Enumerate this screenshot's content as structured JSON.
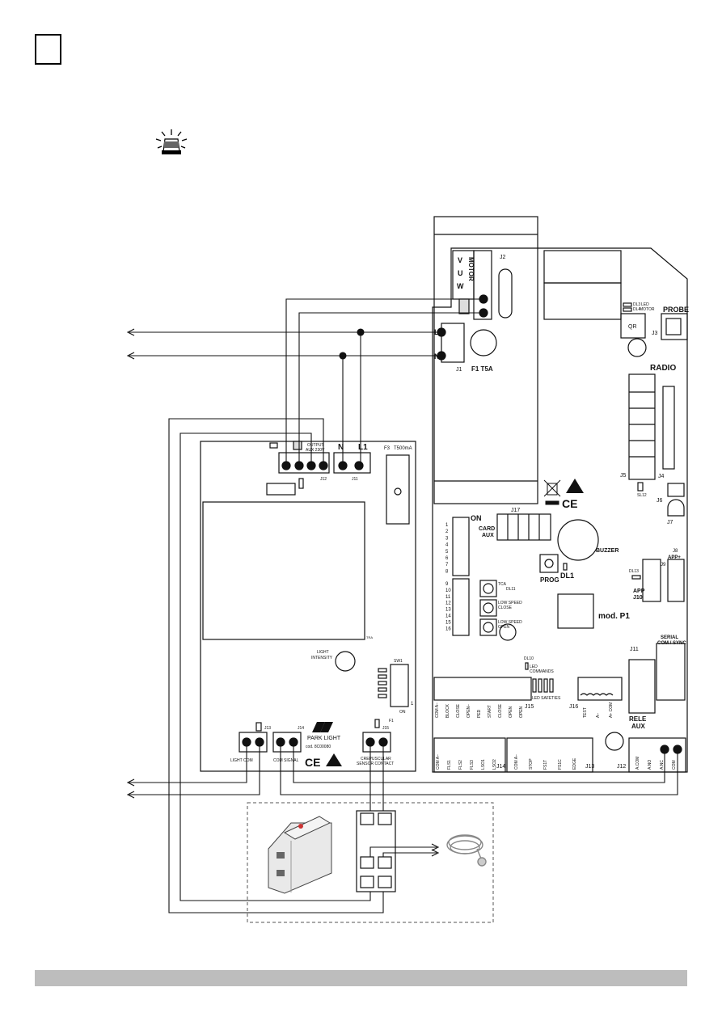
{
  "main_board": {
    "motor_terminal": {
      "V": "V",
      "U": "U",
      "W": "W",
      "title": "MOTOR",
      "ref": "J2"
    },
    "power": {
      "L": "L",
      "N": "N",
      "ref": "J1",
      "fuse": "F1 T5A"
    },
    "probe": "PROBE",
    "probe_ref": "J3",
    "qr": "QR",
    "led_motor": "LED\nMOTOR",
    "dl3": "DL3",
    "dl4": "DL4",
    "radio": "RADIO",
    "j5": "J5",
    "j4": "J4",
    "j6": "J6",
    "j7": "J7",
    "sl12": "SL12",
    "on": "ON",
    "j17": "J17",
    "card_aux": "CARD\nAUX",
    "buzzer": "BUZZER",
    "dip_numbers": [
      "1",
      "2",
      "3",
      "4",
      "5",
      "6",
      "7",
      "8",
      "9",
      "10",
      "11",
      "12",
      "13",
      "14",
      "15",
      "16"
    ],
    "prog": "PROG",
    "dl1": "DL1",
    "tca": "TCA",
    "dl11": "DL11",
    "low_speed_close": "LOW SPEED\nCLOSE",
    "low_speed_open": "LOW SPEED\nOPEN",
    "model": "mod. P1",
    "app": "APP\nJ10",
    "app_plus": "J8\nAPP+",
    "j9": "J9",
    "dl13": "DL13",
    "serial": "SERIAL\nCOM / SYNC",
    "j11": "J11",
    "dl10": "DL10\nLED\nCOMMANDS",
    "led_safeties": "LED SAFETIES",
    "j15": "J15",
    "j15_labels": [
      "COM\nA−",
      "BLOCK",
      "CLOSE",
      "OPEN−",
      "PED",
      "START",
      "CLOSE",
      "OPEN",
      "OPEN"
    ],
    "j16": "J16",
    "j16_labels": [
      "TEST",
      "A−",
      "A+\nCOM"
    ],
    "rele_aux": "RELE\nAUX",
    "j14": "J14",
    "j14_labels": [
      "COM\nA−",
      "FLS1",
      "FLS2",
      "FLS3",
      "LSO1",
      "LSO2"
    ],
    "j13": "J13",
    "j13_labels": [
      "COM\nA−",
      "STOP",
      "FS1T",
      "FS1C",
      "EDGE"
    ],
    "j12": "J12",
    "j12_labels": [
      "A.COM",
      "A.NO",
      "A.NC",
      "COM"
    ]
  },
  "park_light_board": {
    "output_aux": "OUTPUT\nAUX 230V",
    "j12": "J12",
    "n": "N",
    "l1": "L1",
    "j11": "J11",
    "f3": "F3",
    "fuse": "T500mA",
    "tra": "TRA",
    "light_intensity": "LIGHT\nINTENSITY",
    "sw1": "SW1",
    "on": "ON",
    "sw_num": "1",
    "j13": "J13",
    "j14": "J14",
    "j15": "J15",
    "f1": "F1",
    "light_com": "LIGHT COM",
    "com_signal": "COM SIGNAL",
    "crepuscular": "CREPUSCULAR\nSENSOR CONTACT",
    "name": "PARK LIGHT",
    "code": "cod. 8C00080"
  },
  "colors": {
    "line": "#111111",
    "footer": "#bdbdbd",
    "dash": "#555555"
  }
}
